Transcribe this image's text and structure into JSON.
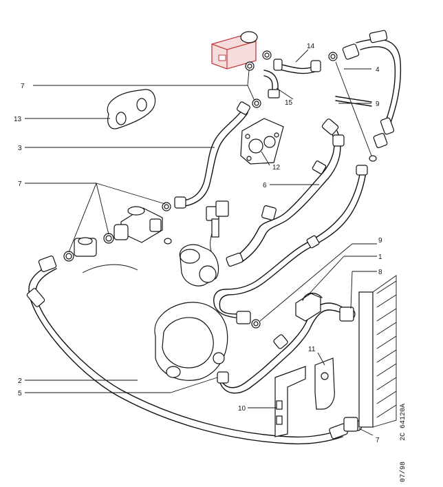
{
  "drawing": {
    "code": "2C 64120A",
    "date": "07/98"
  },
  "callouts": [
    {
      "id": "c-14",
      "text": "14"
    },
    {
      "id": "c-4",
      "text": "4"
    },
    {
      "id": "c-7a",
      "text": "7"
    },
    {
      "id": "c-15",
      "text": "15"
    },
    {
      "id": "c-9a",
      "text": "9"
    },
    {
      "id": "c-13",
      "text": "13"
    },
    {
      "id": "c-3",
      "text": "3"
    },
    {
      "id": "c-12",
      "text": "12"
    },
    {
      "id": "c-7b",
      "text": "7"
    },
    {
      "id": "c-6",
      "text": "6"
    },
    {
      "id": "c-9b",
      "text": "9"
    },
    {
      "id": "c-1",
      "text": "1"
    },
    {
      "id": "c-8",
      "text": "8"
    },
    {
      "id": "c-11",
      "text": "11"
    },
    {
      "id": "c-2",
      "text": "2"
    },
    {
      "id": "c-5",
      "text": "5"
    },
    {
      "id": "c-10",
      "text": "10"
    },
    {
      "id": "c-7c",
      "text": "7"
    }
  ],
  "colors": {
    "line": "#111111",
    "highlight": "#c23a3a",
    "highlight_fill": "#f6dcdc"
  }
}
